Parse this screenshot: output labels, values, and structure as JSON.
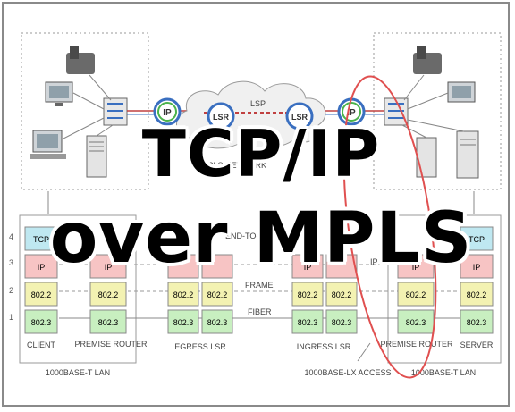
{
  "headline": {
    "line1": "TCP/IP",
    "line2": "over MPLS"
  },
  "network": {
    "lsp_label": "LSP",
    "cloud_label": "IP/MPLS NETWORK"
  },
  "node_badges": {
    "ip_left": "IP",
    "lsr_left": "LSR",
    "lsr_right": "LSR",
    "ip_right": "IP"
  },
  "layers": [
    "4",
    "3",
    "2",
    "1"
  ],
  "stacks": {
    "client": {
      "cells": [
        "TCP",
        "IP",
        "802.2",
        "802.3"
      ],
      "label": "CLIENT"
    },
    "premise_router_left": {
      "cells": [
        "IP",
        "802.2",
        "802.3"
      ],
      "label": "PREMISE ROUTER"
    },
    "egress_lsr": {
      "cells": [
        "802.2",
        "802.3"
      ],
      "label": "EGRESS LSR"
    },
    "ingress_lsr": {
      "cells": [
        "IP",
        "802.2",
        "802.3"
      ],
      "label": "INGRESS LSR"
    },
    "premise_router_right": {
      "cells": [
        "IP",
        "802.2",
        "802.3"
      ],
      "label": "PREMISE ROUTER"
    },
    "server": {
      "cells": [
        "TCP",
        "IP",
        "802.2",
        "802.3"
      ],
      "label": "SERVER"
    }
  },
  "link_labels": {
    "end_to_end": "END-TO-END",
    "frame": "FRAME",
    "fiber": "FIBER",
    "ip_stub": "IP"
  },
  "lan_labels": {
    "left": "1000BASE-T LAN",
    "right": "1000BASE-T LAN",
    "access": "1000BASE-LX ACCESS"
  },
  "colors": {
    "tcp": "#bfe8f1",
    "ip": "#f7c4c4",
    "l2": "#f3f2b2",
    "l1": "#c8efc0",
    "highlight": "#e05050"
  }
}
